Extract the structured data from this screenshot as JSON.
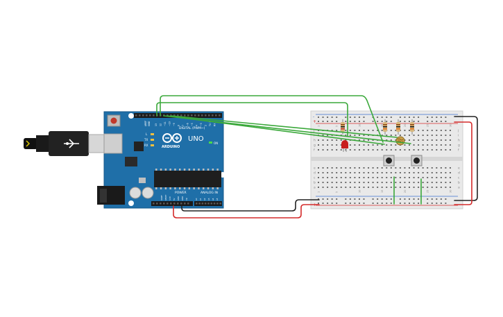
{
  "board": {
    "logo": "ARDUINO",
    "model": "UNO",
    "digital_label": "DIGITAL (PWM~)",
    "power_label": "POWER",
    "analog_label": "ANALOG IN",
    "on_label": "ON",
    "tx_label": "TX",
    "rx_label": "RX",
    "l_label": "L",
    "gnd_label": "GND",
    "aref_label": "AREF",
    "header_digits": [
      "13",
      "12",
      "~11",
      "~10",
      "~9",
      "8",
      "7",
      "~6",
      "~5",
      "4",
      "~3",
      "2",
      "TX 1",
      "RX 0"
    ],
    "power_pins": [
      "IOREF",
      "RESET",
      "3.3V",
      "5V",
      "GND",
      "GND",
      "Vin"
    ],
    "analog_pins": [
      "A0",
      "A1",
      "A2",
      "A3",
      "A4",
      "A5"
    ]
  },
  "breadboard": {
    "col_numbers": [
      "1",
      "5",
      "10",
      "15",
      "20",
      "25",
      "30"
    ],
    "row_letters_top": [
      "j",
      "i",
      "h",
      "g",
      "f"
    ],
    "row_letters_bottom": [
      "e",
      "d",
      "c",
      "b",
      "a"
    ],
    "rail_minus": "-",
    "rail_plus": "+"
  },
  "colors": {
    "board": "#1f6fa8",
    "board_edge": "#175a8a",
    "wire_green": "#3aa83a",
    "wire_red": "#d42a2a",
    "wire_black": "#222222",
    "breadboard": "#e9e9e9",
    "led": "#c81e1e",
    "resistor": "#d9b77a"
  }
}
